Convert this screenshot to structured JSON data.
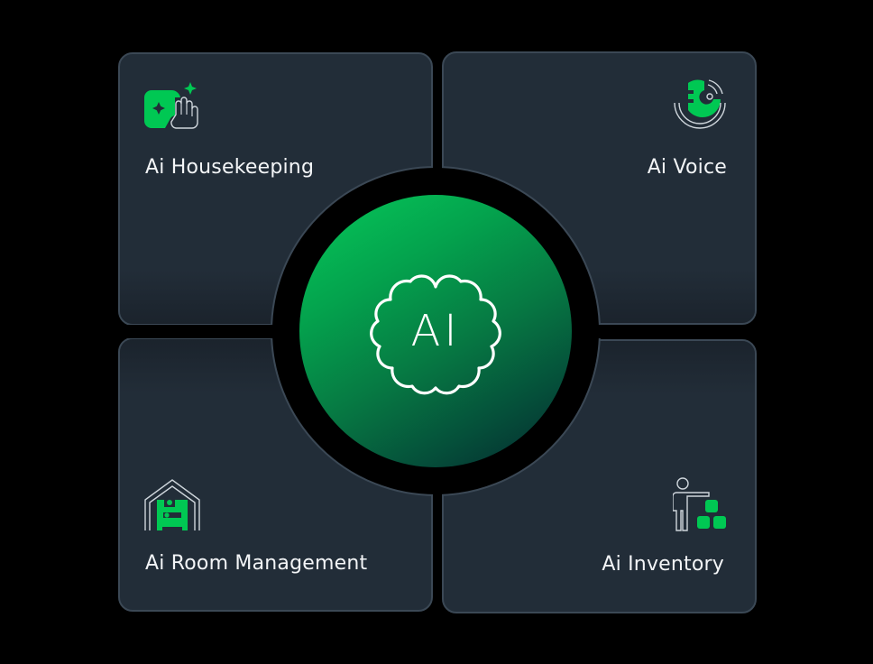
{
  "center": {
    "label": "AI",
    "icon": "brain-cloud-icon"
  },
  "cards": [
    {
      "id": "housekeeping",
      "label": "Ai Housekeeping",
      "icon": "housekeeping-hand-sparkle-icon",
      "position": "top-left"
    },
    {
      "id": "voice",
      "label": "Ai Voice",
      "icon": "voice-microphone-signal-icon",
      "position": "top-right"
    },
    {
      "id": "room-management",
      "label": "Ai Room Management",
      "icon": "room-bed-house-icon",
      "position": "bottom-left"
    },
    {
      "id": "inventory",
      "label": "Ai Inventory",
      "icon": "inventory-person-boxes-icon",
      "position": "bottom-right"
    }
  ],
  "colors": {
    "accent": "#00c853",
    "card_bg": "#222d38",
    "card_border": "#3b4855",
    "text": "#f3f5f7",
    "background": "#000000"
  }
}
